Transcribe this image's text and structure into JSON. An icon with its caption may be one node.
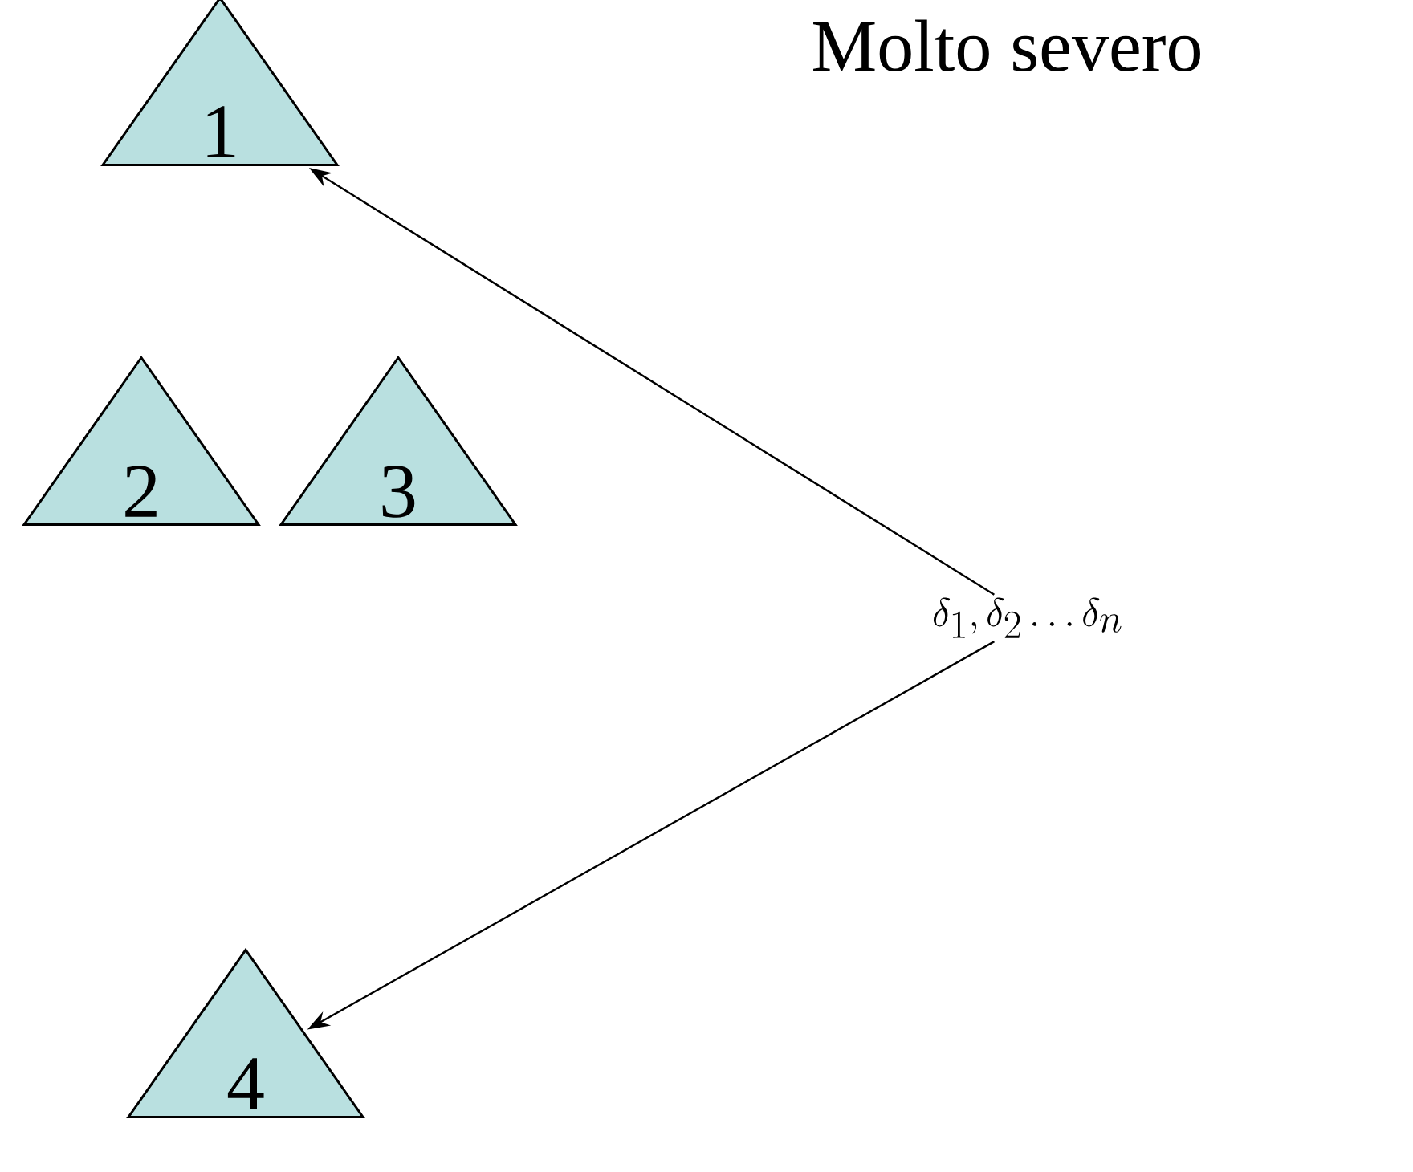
{
  "diagram": {
    "title": "Molto severo",
    "nodes": [
      {
        "text": [
          "1"
        ]
      },
      {
        "text": [
          "2"
        ]
      },
      {
        "text": [
          "3"
        ]
      },
      {
        "text": [
          "4"
        ]
      },
      {
        "text": [
          "\\delta_1, \\delta_2 \\ldots \\delta_n"
        ]
      }
    ],
    "edges": [
      {
        "from": 4,
        "to": 0,
        "arrow": "to"
      },
      {
        "from": 4,
        "to": 3,
        "arrow": "to"
      }
    ]
  }
}
